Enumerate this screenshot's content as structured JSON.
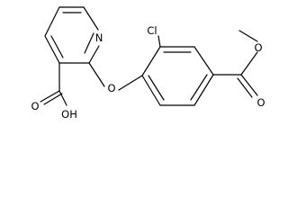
{
  "molecule": {
    "atom_labels": {
      "nitrogen": "N",
      "chlorine": "Cl",
      "ether_oxygen": "O",
      "carbonyl_oxygen_acid": "O",
      "hydroxyl": "OH",
      "carbonyl_oxygen_ester": "O",
      "ester_oxygen": "O"
    }
  }
}
